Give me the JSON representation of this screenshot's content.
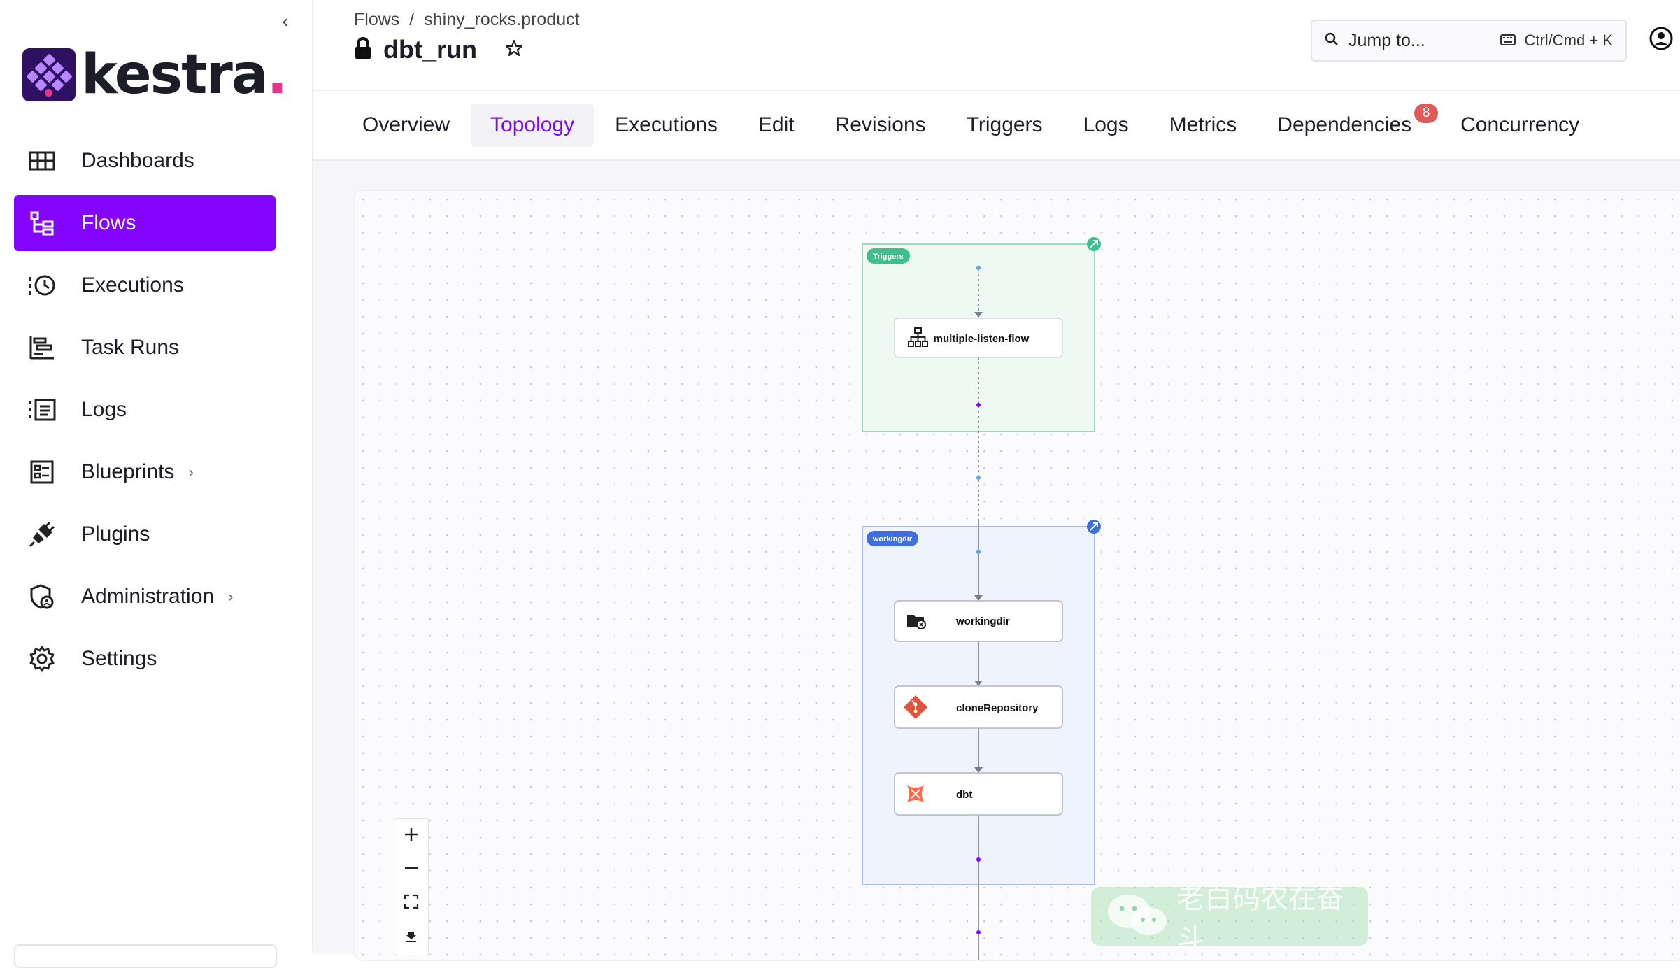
{
  "sidebar": {
    "brand": "kestra",
    "brand_dot": ".",
    "items": [
      {
        "label": "Dashboards",
        "icon": "dashboards-icon"
      },
      {
        "label": "Flows",
        "icon": "flows-icon",
        "active": true
      },
      {
        "label": "Executions",
        "icon": "executions-icon"
      },
      {
        "label": "Task Runs",
        "icon": "task-runs-icon"
      },
      {
        "label": "Logs",
        "icon": "logs-icon"
      },
      {
        "label": "Blueprints",
        "icon": "blueprints-icon",
        "has_submenu": true
      },
      {
        "label": "Plugins",
        "icon": "plugins-icon"
      },
      {
        "label": "Administration",
        "icon": "administration-icon",
        "has_submenu": true
      },
      {
        "label": "Settings",
        "icon": "settings-icon"
      }
    ]
  },
  "header": {
    "breadcrumb": [
      "Flows",
      "shiny_rocks.product"
    ],
    "breadcrumb_sep": "/",
    "title": "dbt_run",
    "search_placeholder": "Jump to...",
    "search_shortcut": "Ctrl/Cmd + K"
  },
  "tabs": [
    {
      "label": "Overview"
    },
    {
      "label": "Topology",
      "active": true
    },
    {
      "label": "Executions"
    },
    {
      "label": "Edit"
    },
    {
      "label": "Revisions"
    },
    {
      "label": "Triggers"
    },
    {
      "label": "Logs"
    },
    {
      "label": "Metrics"
    },
    {
      "label": "Dependencies",
      "badge": "8"
    },
    {
      "label": "Concurrency"
    }
  ],
  "topology": {
    "trigger_cluster_label": "Triggers",
    "working_cluster_label": "workingdir",
    "nodes": [
      {
        "label": "multiple-listen-flow",
        "icon": "hierarchy-icon"
      },
      {
        "label": "workingdir",
        "icon": "folder-icon"
      },
      {
        "label": "cloneRepository",
        "icon": "git-icon"
      },
      {
        "label": "dbt",
        "icon": "dbt-icon"
      }
    ]
  },
  "watermark": "老白码农在奋斗",
  "colors": {
    "accent": "#8405ff",
    "trigger_green": "#3fbf8f",
    "cluster_blue": "#3d6fe0",
    "badge_red": "#e05a5a"
  }
}
